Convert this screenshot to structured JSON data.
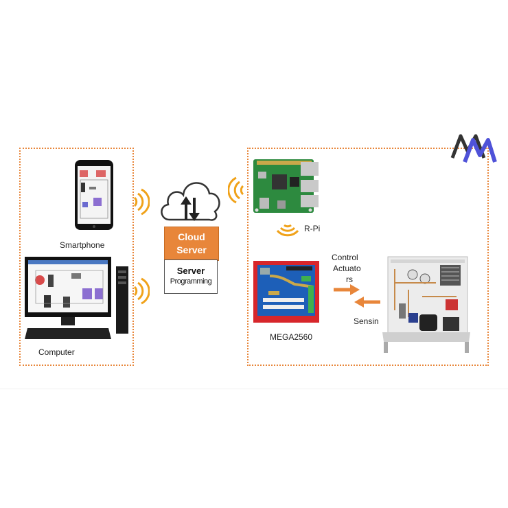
{
  "devices": {
    "smartphone": "Smartphone",
    "computer": "Computer"
  },
  "cloud": {
    "server_label": "Cloud\nServer",
    "programming_label_1": "Server",
    "programming_label_2": "Programming"
  },
  "controllers": {
    "rpi": "R-Pi",
    "mega": "MEGA2560"
  },
  "signals": {
    "control_1": "Control",
    "control_2": "Actuato",
    "control_3": "rs",
    "sensing": "Sensin"
  },
  "colors": {
    "accent_orange": "#e8863a",
    "logo_blue": "#4f52d8",
    "board_red": "#d7262b",
    "board_blue": "#1d5fb8",
    "rpi_green": "#2d8a3f"
  }
}
